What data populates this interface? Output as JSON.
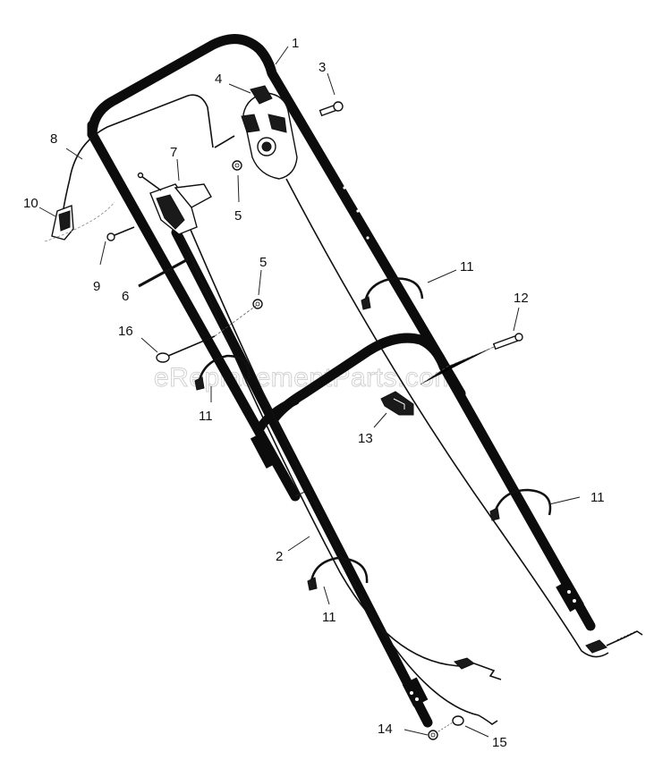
{
  "watermark": "eReplacementParts.com",
  "callouts": [
    {
      "id": "c1",
      "label": "1"
    },
    {
      "id": "c2",
      "label": "2"
    },
    {
      "id": "c3",
      "label": "3"
    },
    {
      "id": "c4",
      "label": "4"
    },
    {
      "id": "c5a",
      "label": "5"
    },
    {
      "id": "c5b",
      "label": "5"
    },
    {
      "id": "c6",
      "label": "6"
    },
    {
      "id": "c7",
      "label": "7"
    },
    {
      "id": "c8",
      "label": "8"
    },
    {
      "id": "c9",
      "label": "9"
    },
    {
      "id": "c10",
      "label": "10"
    },
    {
      "id": "c11a",
      "label": "11"
    },
    {
      "id": "c11b",
      "label": "11"
    },
    {
      "id": "c11c",
      "label": "11"
    },
    {
      "id": "c11d",
      "label": "11"
    },
    {
      "id": "c12",
      "label": "12"
    },
    {
      "id": "c13",
      "label": "13"
    },
    {
      "id": "c14",
      "label": "14"
    },
    {
      "id": "c15",
      "label": "15"
    },
    {
      "id": "c16",
      "label": "16"
    }
  ]
}
